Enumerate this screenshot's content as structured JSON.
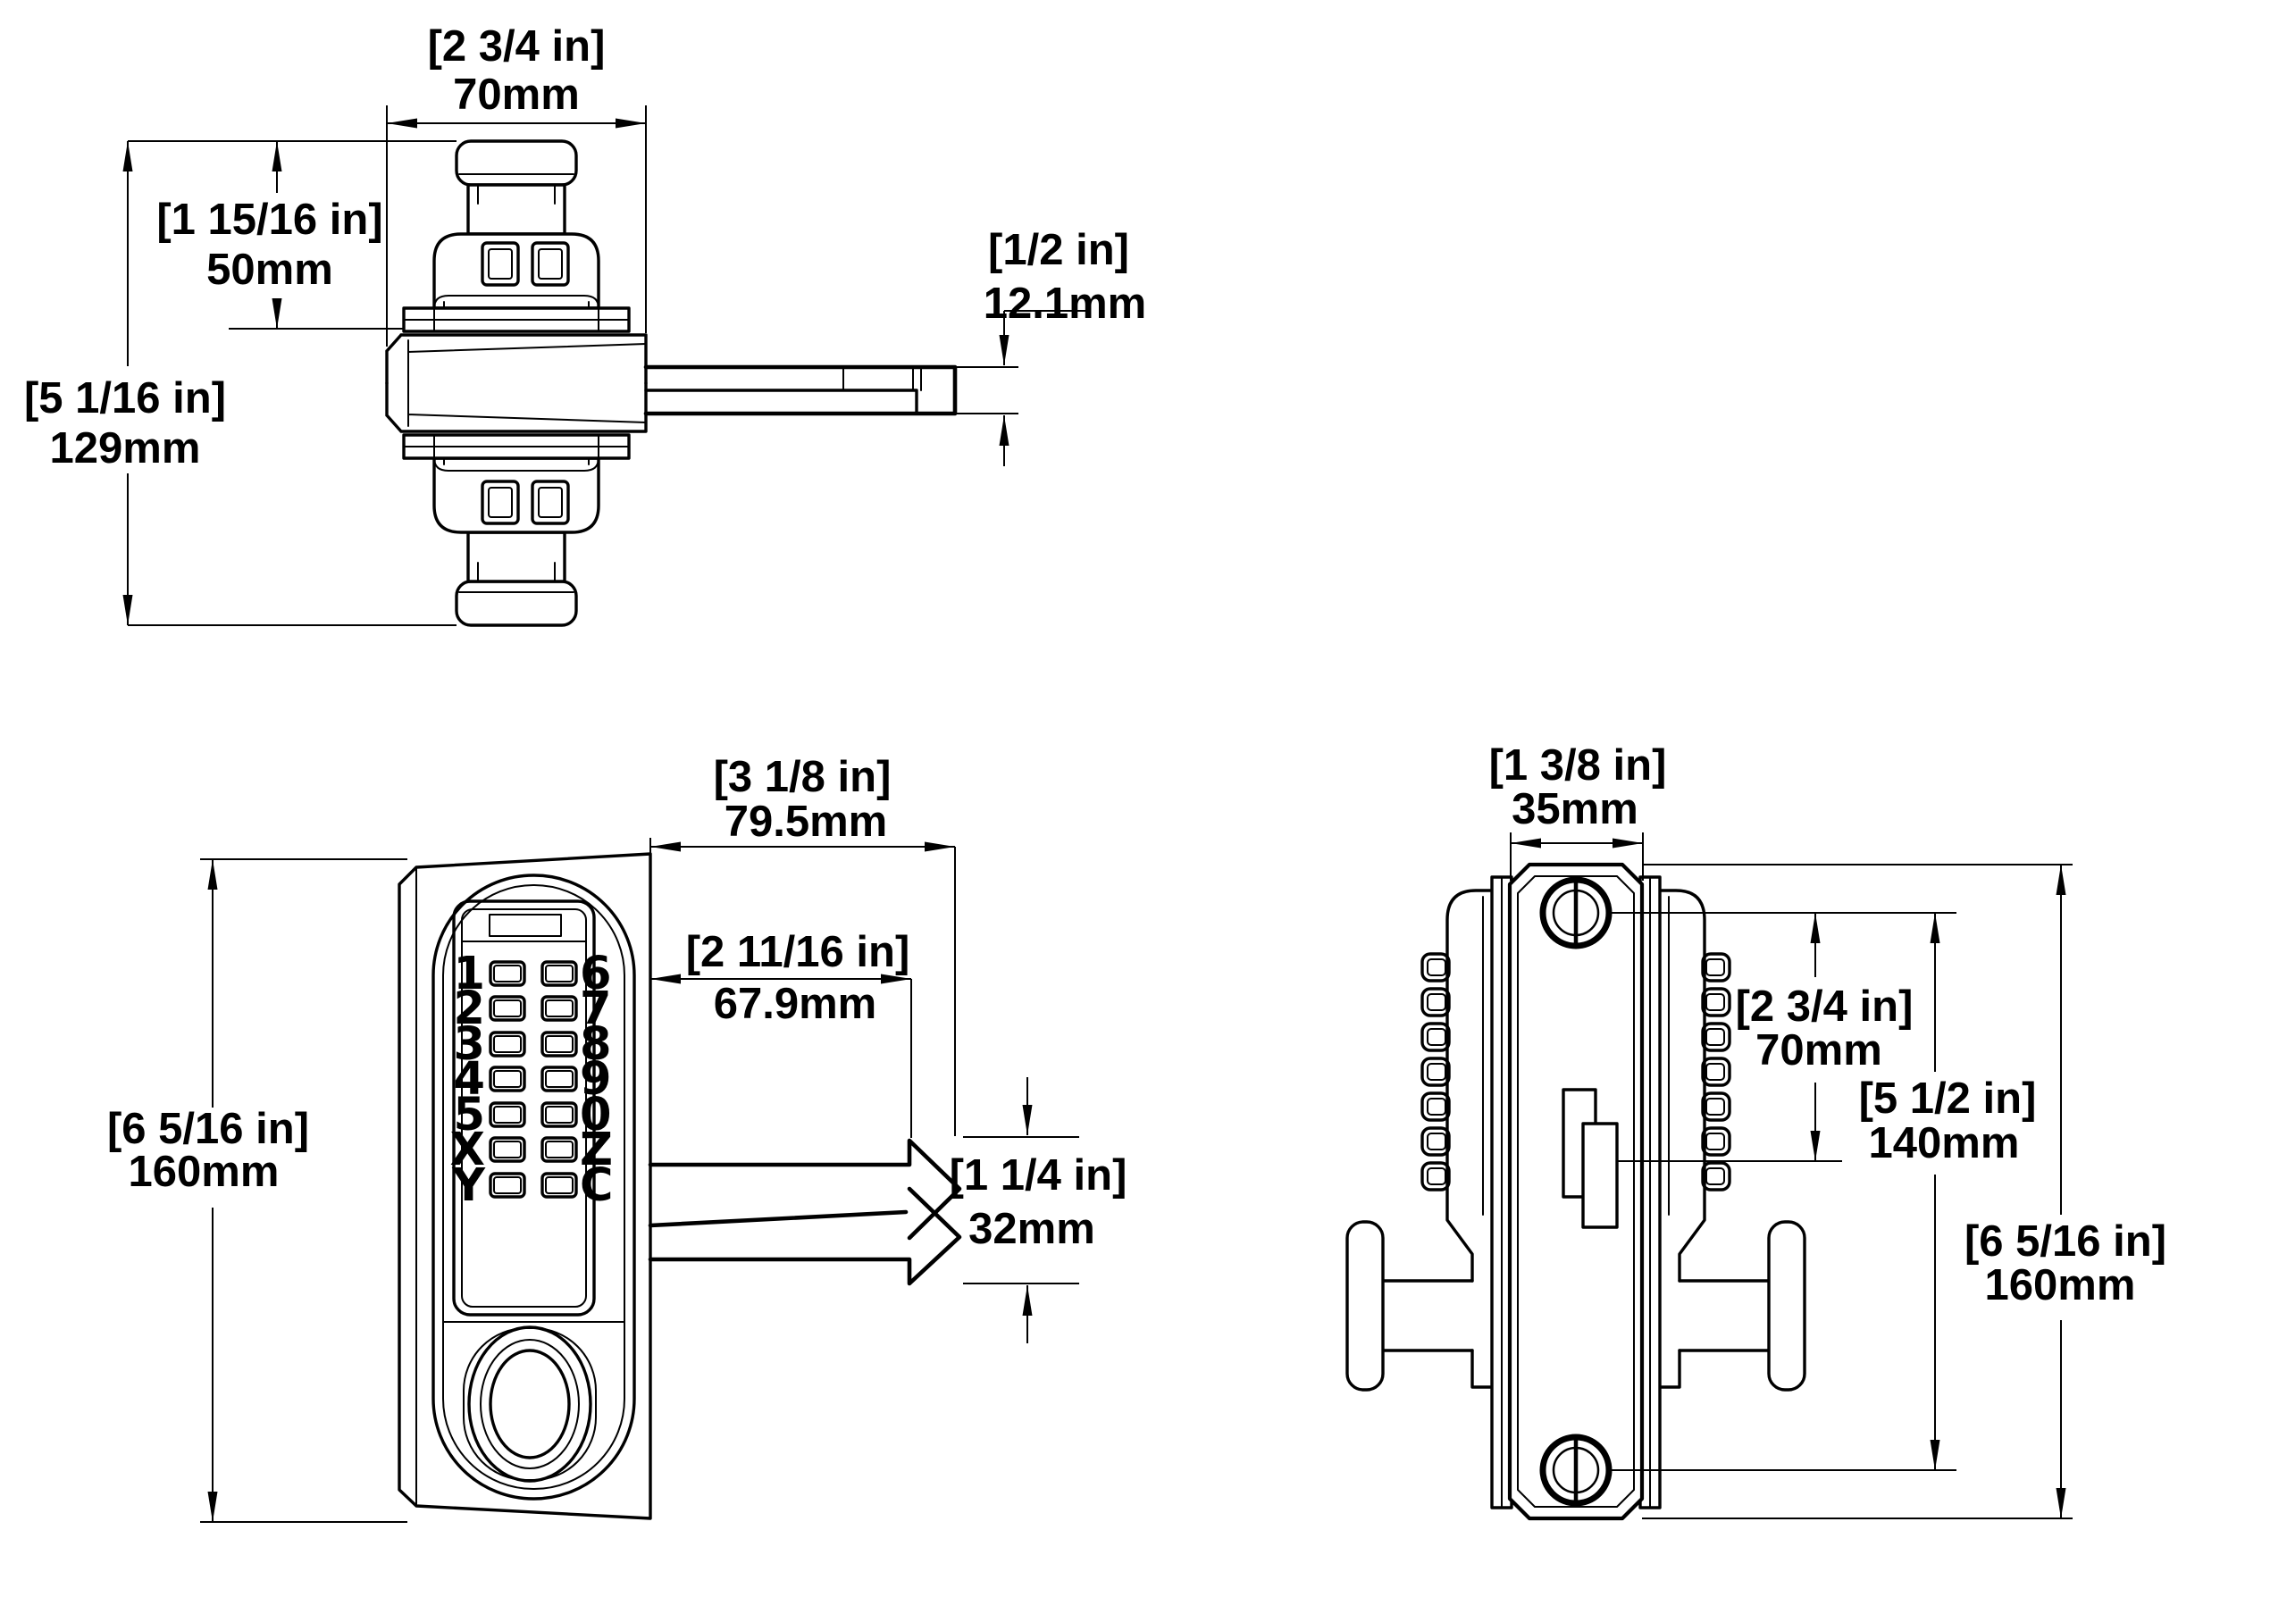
{
  "drawing": {
    "background": "#ffffff",
    "line_color": "#000000",
    "views": {
      "top_view": {
        "dim_width_in": "[2 3/4 in]",
        "dim_width_mm": "70mm",
        "dim_knob_height_in": "[1 15/16 in]",
        "dim_knob_height_mm": "50mm",
        "dim_overall_height_in": "[5 1/16 in]",
        "dim_overall_height_mm": "129mm",
        "dim_bolt_thickness_in": "[1/2 in]",
        "dim_bolt_thickness_mm": "12.1mm"
      },
      "front_view": {
        "dim_bolt_reach_in": "[3 1/8 in]",
        "dim_bolt_reach_mm": "79.5mm",
        "dim_bolt_throw_in": "[2 11/16 in]",
        "dim_bolt_throw_mm": "67.9mm",
        "dim_height_in": "[6 5/16 in]",
        "dim_height_mm": "160mm",
        "dim_bolt_head_in": "[1 1/4 in]",
        "dim_bolt_head_mm": "32mm",
        "keypad_left_labels": [
          "1",
          "2",
          "3",
          "4",
          "5",
          "X",
          "Y"
        ],
        "keypad_right_labels": [
          "6",
          "7",
          "8",
          "9",
          "0",
          "Z",
          "C"
        ]
      },
      "side_view": {
        "dim_plate_width_in": "[1 3/8 in]",
        "dim_plate_width_mm": "35mm",
        "dim_screw_to_latch_in": "[2 3/4 in]",
        "dim_screw_to_latch_mm": "70mm",
        "dim_screw_spacing_in": "[5 1/2 in]",
        "dim_screw_spacing_mm": "140mm",
        "dim_height_in": "[6 5/16 in]",
        "dim_height_mm": "160mm"
      }
    }
  }
}
